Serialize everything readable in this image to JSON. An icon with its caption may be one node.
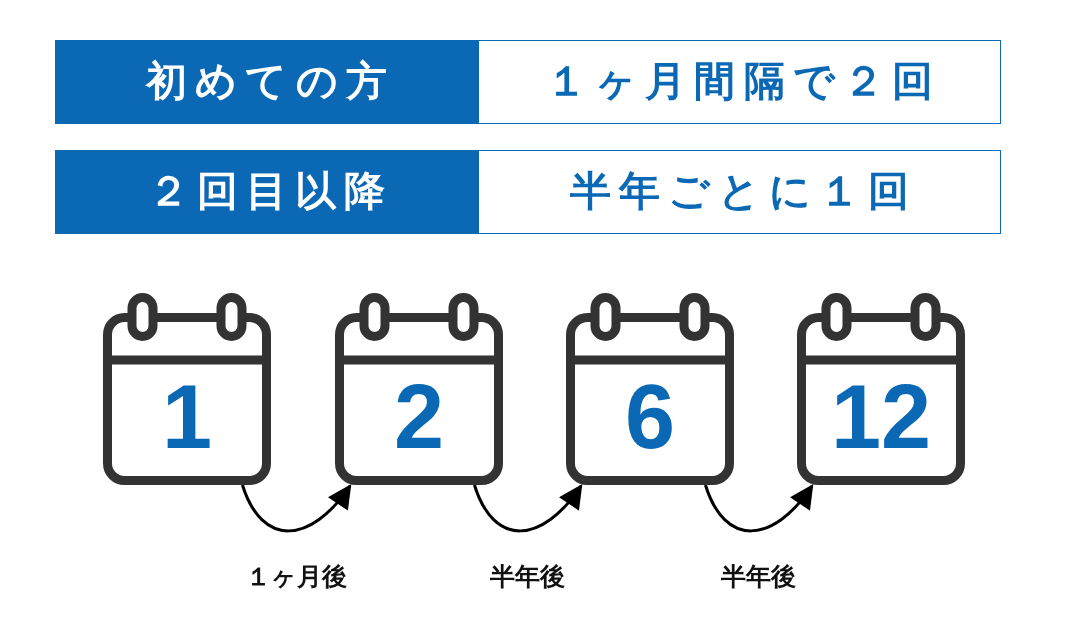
{
  "diagram": {
    "nodes": [
      {
        "text": [
          "初めての方"
        ]
      },
      {
        "text": [
          "１ヶ月間隔で２回"
        ]
      },
      {
        "text": [
          "２回目以降"
        ]
      },
      {
        "text": [
          "半年ごとに１回"
        ]
      },
      {
        "text": [
          "1"
        ]
      },
      {
        "text": [
          "2"
        ]
      },
      {
        "text": [
          "6"
        ]
      },
      {
        "text": [
          "12"
        ]
      }
    ],
    "edges": [
      {
        "from": 4,
        "to": 5,
        "arrow": "to",
        "label": "１ヶ月後"
      },
      {
        "from": 5,
        "to": 6,
        "arrow": "to",
        "label": "半年後"
      },
      {
        "from": 6,
        "to": 7,
        "arrow": "to",
        "label": "半年後"
      }
    ]
  }
}
